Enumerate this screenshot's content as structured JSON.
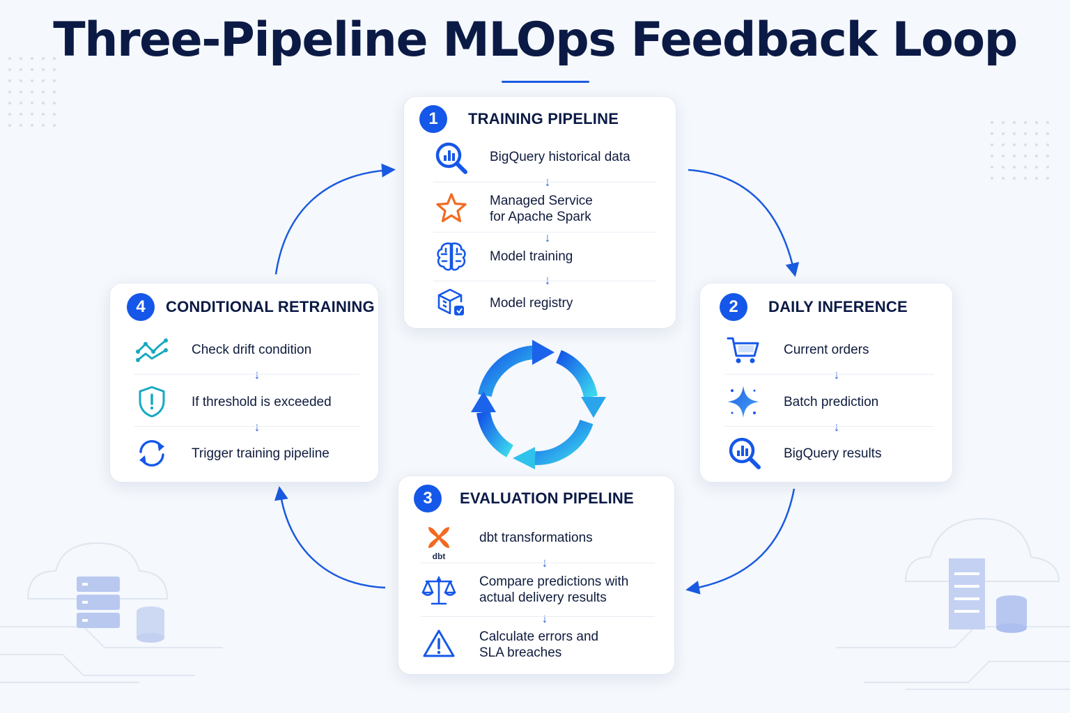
{
  "title": "Three-Pipeline MLOps Feedback Loop",
  "colors": {
    "accent": "#1557e8",
    "title": "#0b1a45",
    "orange": "#f26a21",
    "teal": "#1ab0c8"
  },
  "cards": {
    "training": {
      "number": "1",
      "title": "TRAINING PIPELINE",
      "steps": [
        {
          "label": "BigQuery historical data",
          "icon": "bigquery-icon"
        },
        {
          "label": "Managed Service\nfor Apache Spark",
          "icon": "star-icon"
        },
        {
          "label": "Model training",
          "icon": "brain-icon"
        },
        {
          "label": "Model registry",
          "icon": "registry-box-icon"
        }
      ]
    },
    "inference": {
      "number": "2",
      "title": "DAILY INFERENCE",
      "steps": [
        {
          "label": "Current orders",
          "icon": "cart-icon"
        },
        {
          "label": "Batch prediction",
          "icon": "sparkle-icon"
        },
        {
          "label": "BigQuery results",
          "icon": "bigquery-icon"
        }
      ]
    },
    "evaluation": {
      "number": "3",
      "title": "EVALUATION PIPELINE",
      "steps": [
        {
          "label": "dbt transformations",
          "icon": "dbt-icon",
          "icon_caption": "dbt"
        },
        {
          "label": "Compare predictions with\nactual delivery results",
          "icon": "scale-icon"
        },
        {
          "label": "Calculate errors and\nSLA breaches",
          "icon": "warning-icon"
        }
      ]
    },
    "retraining": {
      "number": "4",
      "title": "CONDITIONAL RETRAINING",
      "steps": [
        {
          "label": "Check drift condition",
          "icon": "trend-icon"
        },
        {
          "label": "If threshold is exceeded",
          "icon": "shield-alert-icon"
        },
        {
          "label": "Trigger training pipeline",
          "icon": "refresh-icon"
        }
      ]
    }
  }
}
